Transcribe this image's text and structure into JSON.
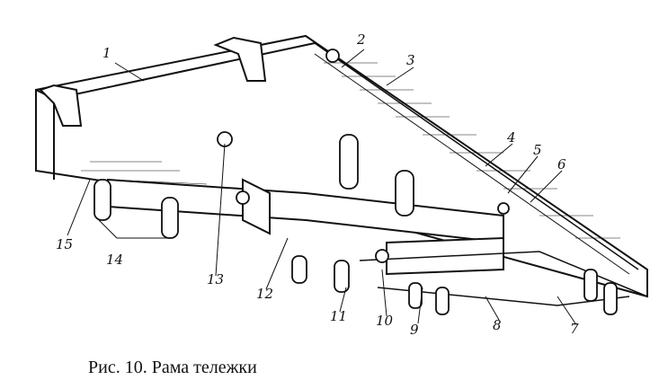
{
  "figure": {
    "caption": "Рис. 10. Рама тележки",
    "labels": [
      "1",
      "2",
      "3",
      "4",
      "5",
      "6",
      "7",
      "8",
      "9",
      "10",
      "11",
      "12",
      "13",
      "14",
      "15"
    ]
  }
}
